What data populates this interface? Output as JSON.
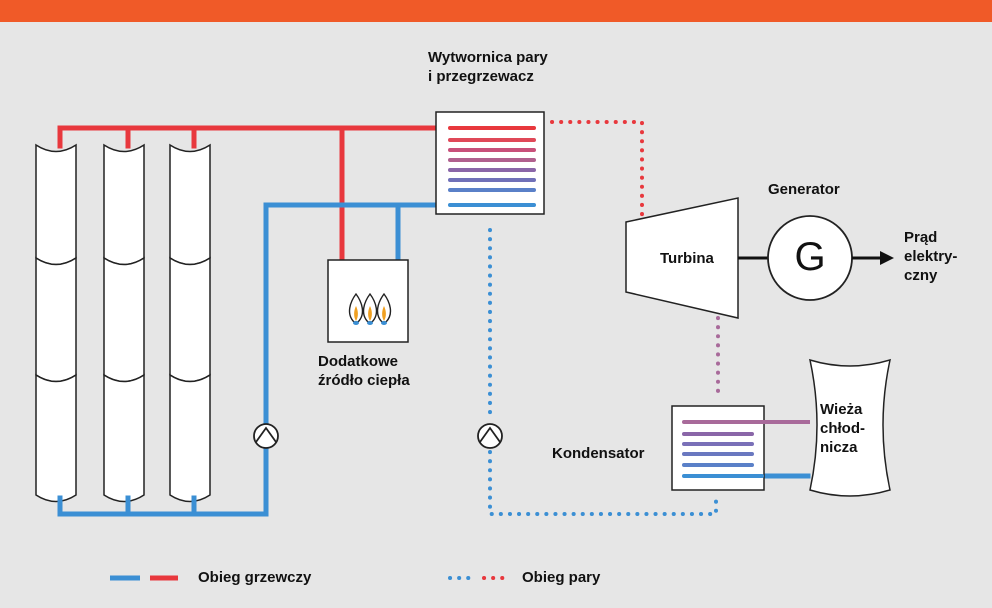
{
  "colors": {
    "background": "#e6e6e6",
    "top_bar": "#f05a28",
    "hot": "#e8383d",
    "cold": "#3b8fd4",
    "coil_violet": "#8a66a8",
    "steam_mixed": "#a86a9a"
  },
  "labels": {
    "steam_generator": "Wytwornica pary\ni przegrzewacz",
    "generator": "Generator",
    "generator_symbol": "G",
    "turbine": "Turbina",
    "output": "Prąd\nelektry-\nczny",
    "aux_heat": "Dodatkowe\nźródło ciepła",
    "condenser": "Kondensator",
    "cooling_tower": "Wieża\nchłod-\nnicza"
  },
  "legend": {
    "heating_loop": "Obieg grzewczy",
    "steam_loop": "Obieg pary"
  },
  "icons": {
    "pump": "pump-icon",
    "flame": "flame-icon",
    "arrow": "arrow-right-icon"
  }
}
